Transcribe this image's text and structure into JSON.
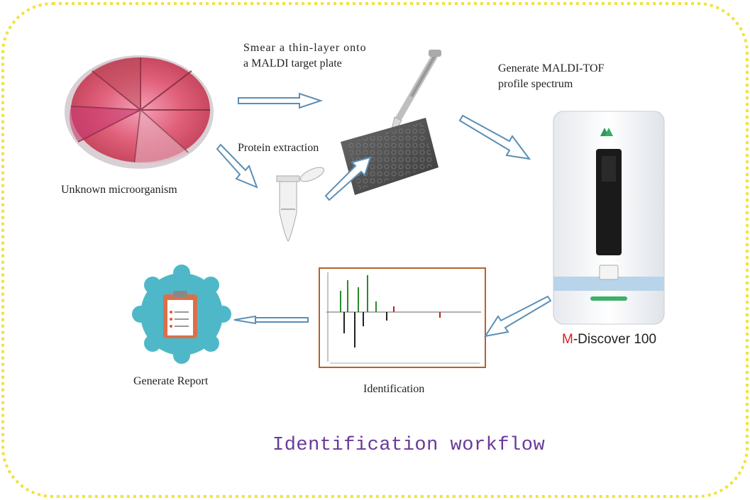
{
  "labels": {
    "unknown": "Unknown microorganism",
    "smear_line1": "Smear a thin-layer onto",
    "smear_line2": "a MALDI target plate",
    "extraction": "Protein extraction",
    "generate_line1": "Generate MALDI-TOF",
    "generate_line2": "profile spectrum",
    "identification": "Identification",
    "report": "Generate Report",
    "device_prefix": "M",
    "device_rest": "-Discover 100",
    "title": "Identification workflow"
  },
  "colors": {
    "border": "#f2e23a",
    "arrow_stroke": "#5b8fb5",
    "arrow_fill": "#ffffff",
    "title": "#6a3a9a",
    "device_accent": "#d42020",
    "report_badge": "#4fb8c8"
  },
  "icons": {
    "petri_dish": "petri-dish-image",
    "pipette": "pipette-image",
    "target_plate": "maldi-target-plate-image",
    "tube": "microcentrifuge-tube-image",
    "instrument": "mass-spectrometer-image",
    "spectrum": "spectrum-chart-image",
    "report": "clipboard-report-icon"
  }
}
